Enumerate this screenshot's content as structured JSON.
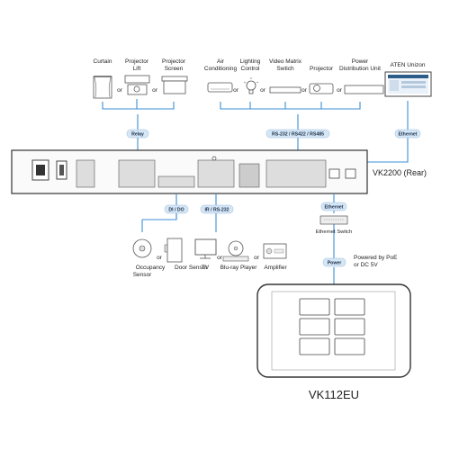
{
  "devices_top": {
    "curtain": "Curtain",
    "projector_lift": [
      "Projector",
      "Lift"
    ],
    "projector_screen": [
      "Projector",
      "Screen"
    ],
    "air_conditioning": [
      "Air",
      "Conditioning"
    ],
    "lighting_control": [
      "Lighting",
      "Control"
    ],
    "video_matrix_switch": [
      "Video Matrix",
      "Swtich"
    ],
    "projector": "Projector",
    "power_distribution_unit": [
      "Power",
      "Distribution Unit"
    ],
    "aten_unizon": "ATEN Unizon"
  },
  "or_label": "or",
  "connections": {
    "relay": "Relay",
    "rs": "RS-232 / RS422 / RS485",
    "ethernet_top": "Ethernet",
    "ethernet_mid": "Ethernet",
    "di_do": "DI / DO",
    "ir_rs232": "IR / RS-232",
    "power": "Power"
  },
  "controller_label": "VK2200 (Rear)",
  "ethernet_switch_label": "Ethernet Switch",
  "powered_note": [
    "Powered by PoE",
    "or DC 5V"
  ],
  "devices_bottom": {
    "occupancy_sensor": [
      "Occupancy",
      "Sensor"
    ],
    "door_sensor": "Door Sensor",
    "tv": "TV",
    "bluray": "Blu-ray Player",
    "amplifier": "Amplifier"
  },
  "panel_label": "VK112EU",
  "colors": {
    "wire": "#3b8fd6",
    "pill": "#d5e6f5",
    "device": "#e9e9e9"
  }
}
